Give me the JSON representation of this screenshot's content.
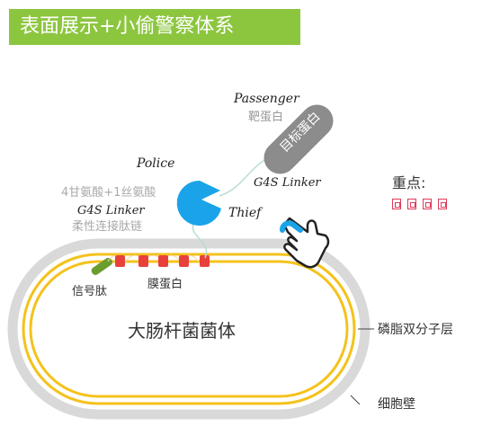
{
  "title": "表面展示+小偷警察体系",
  "labels": {
    "passenger": "Passenger",
    "passenger_cn": "靶蛋白",
    "target_protein": "目标蛋白",
    "police": "Police",
    "thief": "Thief",
    "g4s_linker_top": "G4S Linker",
    "g4s_linker_left": "G4S Linker",
    "gly_ser": "4甘氨酸+1丝氨酸",
    "flexible_linker": "柔性连接肽链",
    "signal_peptide": "信号肽",
    "membrane_protein": "膜蛋白",
    "cell_body": "大肠杆菌菌体",
    "phospholipid_bilayer": "磷脂双分子层",
    "cell_wall": "细胞壁",
    "key_points": "重点:"
  },
  "colors": {
    "banner": "#8cc63f",
    "membrane": "#f4c21c",
    "cell_wall": "#d9d9d9",
    "police": "#1aa3e8",
    "target_protein": "#8c8c8c",
    "membrane_protein": "#e8413c",
    "signal_peptide": "#6a9d2e"
  },
  "icons": {
    "hand": "pointing-hand-icon"
  }
}
